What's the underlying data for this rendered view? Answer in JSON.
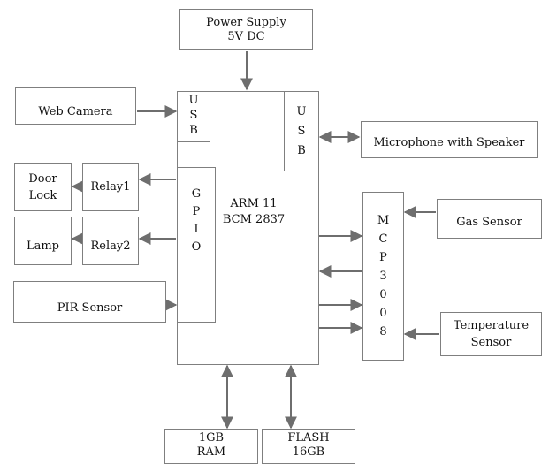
{
  "blocks": {
    "power_supply": "Power Supply\n5V DC",
    "web_camera": "Web Camera",
    "usb_left": "U\nS\nB",
    "usb_right": "U\nS\nB",
    "microphone_speaker": "Microphone with Speaker",
    "door_lock": "Door\nLock",
    "relay1": "Relay1",
    "gpio": "G\nP\nI\nO",
    "processor": "ARM 11\nBCM 2837",
    "lamp": "Lamp",
    "relay2": "Relay2",
    "pir_sensor": "PIR Sensor",
    "mcp3008": "M\nC\nP\n3\n0\n0\n8",
    "gas_sensor": "Gas Sensor",
    "temperature_sensor": "Temperature\nSensor",
    "ram": "1GB\nRAM",
    "flash": "FLASH\n16GB"
  },
  "colors": {
    "border": "#7f7f7f",
    "arrow": "#6e6e6e"
  }
}
